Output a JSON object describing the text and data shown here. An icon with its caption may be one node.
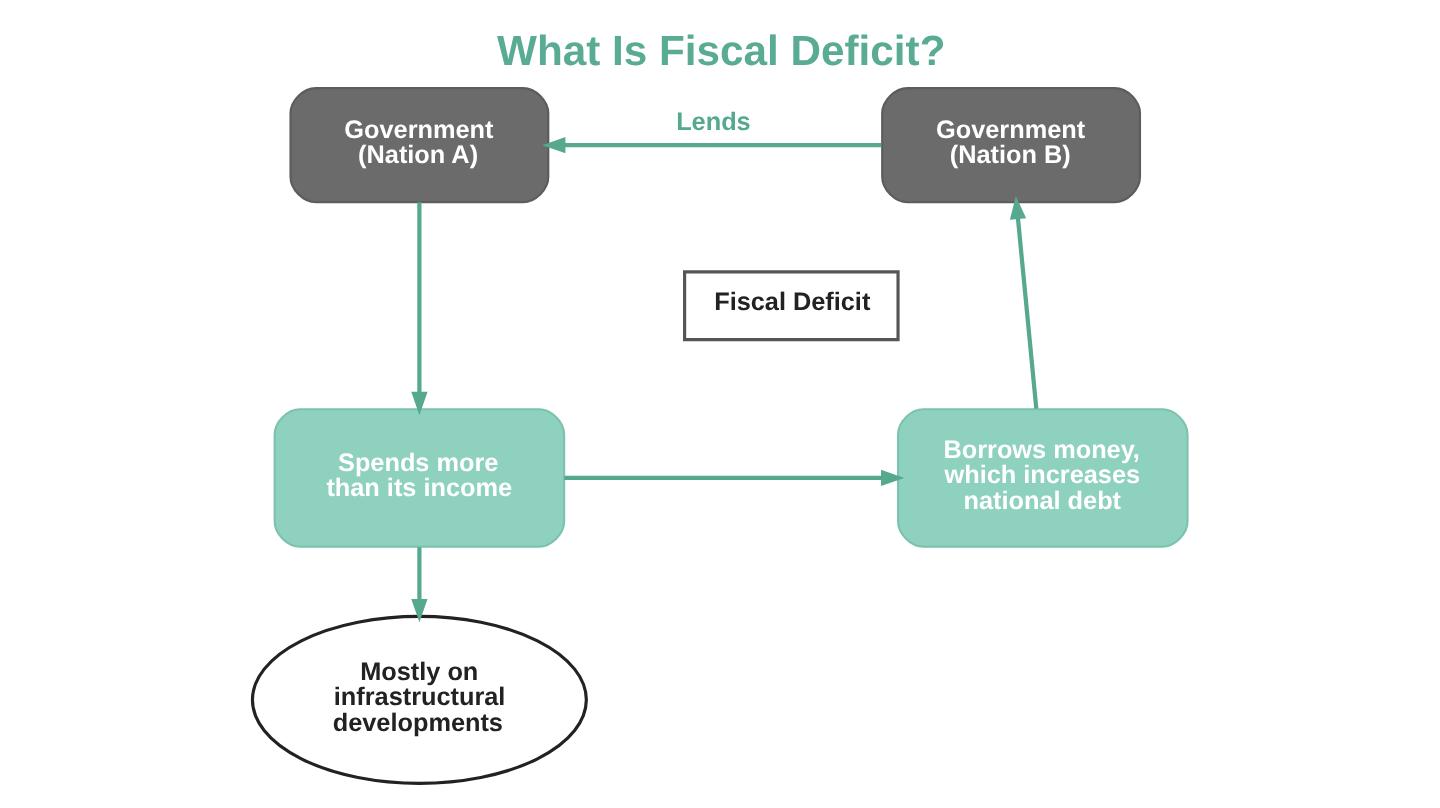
{
  "diagram": {
    "title": "What Is Fiscal Deficit?",
    "nodes": [
      {
        "text": [
          "Government (Nation A)"
        ]
      },
      {
        "text": [
          "Government (Nation B)"
        ]
      },
      {
        "text": [
          "Fiscal Deficit"
        ]
      },
      {
        "text": [
          "Spends more than its income"
        ]
      },
      {
        "text": [
          "Borrows money, which increases national debt"
        ]
      },
      {
        "text": [
          "Mostly on infrastructural developments"
        ]
      }
    ],
    "edges": [
      {
        "from": 1,
        "to": 0,
        "arrow": "to",
        "label": "Lends"
      },
      {
        "from": 0,
        "to": 3,
        "arrow": "to"
      },
      {
        "from": 3,
        "to": 4,
        "arrow": "to"
      },
      {
        "from": 4,
        "to": 1,
        "arrow": "to"
      },
      {
        "from": 3,
        "to": 5,
        "arrow": "to"
      }
    ]
  }
}
